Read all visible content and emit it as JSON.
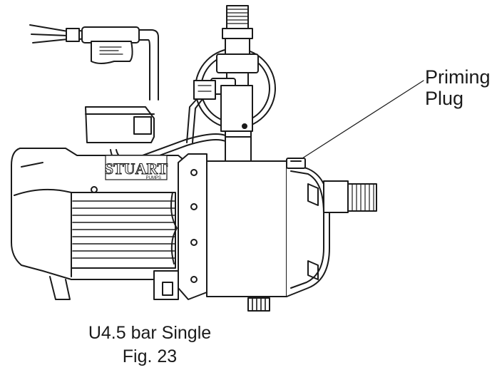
{
  "brand": {
    "logo_text": "STUART",
    "logo_subtext": "PUMPS"
  },
  "labels": {
    "priming_line1": "Priming",
    "priming_line2": "Plug"
  },
  "caption": {
    "model": "U4.5 bar Single",
    "figure": "Fig. 23"
  },
  "colors": {
    "line": "#1a1a1a",
    "fill": "#ffffff",
    "shade": "#3a3a3a"
  }
}
